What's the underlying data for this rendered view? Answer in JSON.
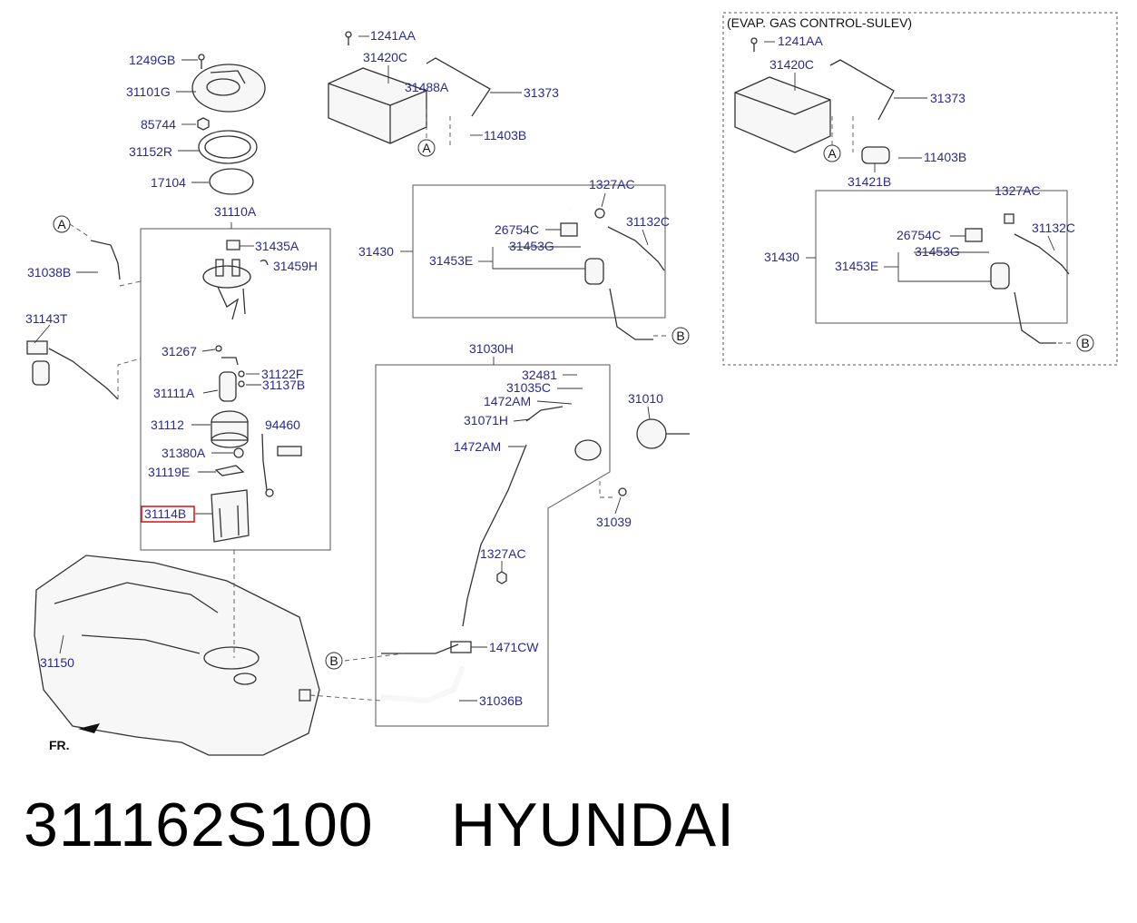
{
  "evap_box_title": "(EVAP. GAS CONTROL-SULEV)",
  "front_marker": "FR.",
  "footer": {
    "part_number": "311162S100",
    "brand": "HYUNDAI"
  },
  "highlighted_part": "31114B",
  "refs": {
    "A": "A",
    "B": "B"
  },
  "labels": {
    "l1249GB": "1249GB",
    "l31101G": "31101G",
    "l85744": "85744",
    "l31152R": "31152R",
    "l17104": "17104",
    "l31110A": "31110A",
    "l31435A": "31435A",
    "l31459H": "31459H",
    "l31038B": "31038B",
    "l31143T": "31143T",
    "l31267": "31267",
    "l31122F": "31122F",
    "l31137B": "31137B",
    "l31111A": "31111A",
    "l31112": "31112",
    "l94460": "94460",
    "l31380A": "31380A",
    "l31119E": "31119E",
    "l31114B": "31114B",
    "l31150": "31150",
    "l1241AA": "1241AA",
    "l31420C": "31420C",
    "l31488A": "31488A",
    "l31373": "31373",
    "l11403B": "11403B",
    "l1327AC": "1327AC",
    "l31132C": "31132C",
    "l26754C": "26754C",
    "l31453G": "31453G",
    "l31430": "31430",
    "l31453E": "31453E",
    "l31030H": "31030H",
    "l32481": "32481",
    "l31035C": "31035C",
    "l1472AM_a": "1472AM",
    "l31071H": "31071H",
    "l1472AM_b": "1472AM",
    "l31010": "31010",
    "l31039": "31039",
    "l1327AC_b": "1327AC",
    "l1471CW": "1471CW",
    "l31036B": "31036B",
    "e1241AA": "1241AA",
    "e31420C": "31420C",
    "e31373": "31373",
    "e11403B": "11403B",
    "e31421B": "31421B",
    "e1327AC": "1327AC",
    "e26754C": "26754C",
    "e31132C": "31132C",
    "e31453G": "31453G",
    "e31430": "31430",
    "e31453E": "31453E"
  }
}
